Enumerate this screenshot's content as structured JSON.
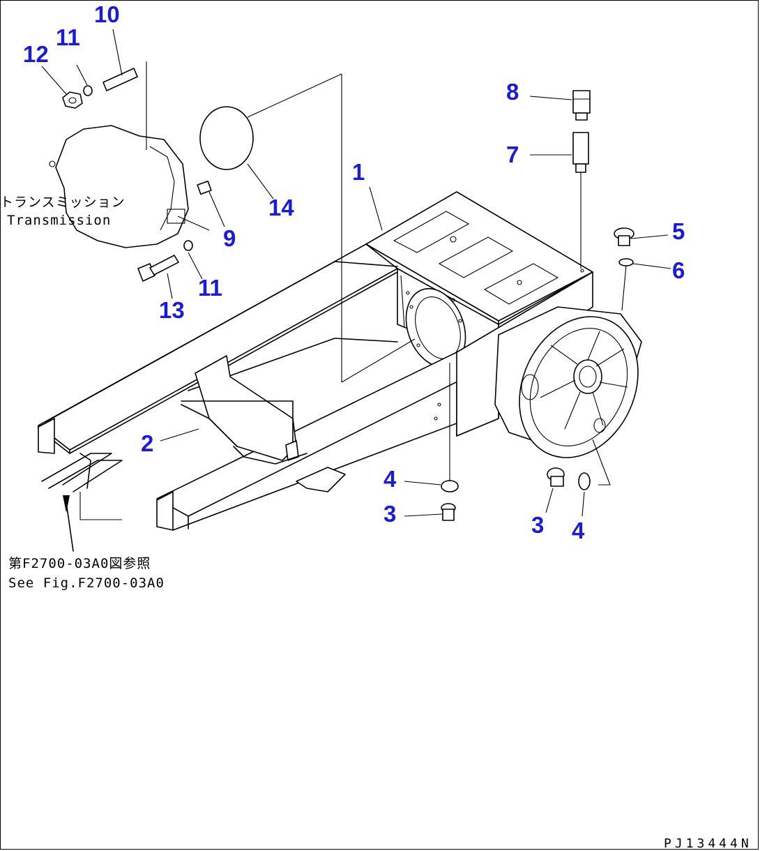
{
  "diagram": {
    "callouts": [
      {
        "id": "c1",
        "label": "1"
      },
      {
        "id": "c2",
        "label": "2"
      },
      {
        "id": "c3a",
        "label": "3"
      },
      {
        "id": "c3b",
        "label": "3"
      },
      {
        "id": "c4a",
        "label": "4"
      },
      {
        "id": "c4b",
        "label": "4"
      },
      {
        "id": "c5",
        "label": "5"
      },
      {
        "id": "c6",
        "label": "6"
      },
      {
        "id": "c7",
        "label": "7"
      },
      {
        "id": "c8",
        "label": "8"
      },
      {
        "id": "c9",
        "label": "9"
      },
      {
        "id": "c10",
        "label": "10"
      },
      {
        "id": "c11a",
        "label": "11"
      },
      {
        "id": "c11b",
        "label": "11"
      },
      {
        "id": "c12",
        "label": "12"
      },
      {
        "id": "c13",
        "label": "13"
      },
      {
        "id": "c14",
        "label": "14"
      }
    ],
    "transmission_label_jp": "トランスミッション",
    "transmission_label_en": "Transmission",
    "reference_jp": "第F2700-03A0図参照",
    "reference_en": "See Fig.F2700-03A0",
    "drawing_code": "PJ13444N",
    "callout_color": "#1a1adb"
  }
}
